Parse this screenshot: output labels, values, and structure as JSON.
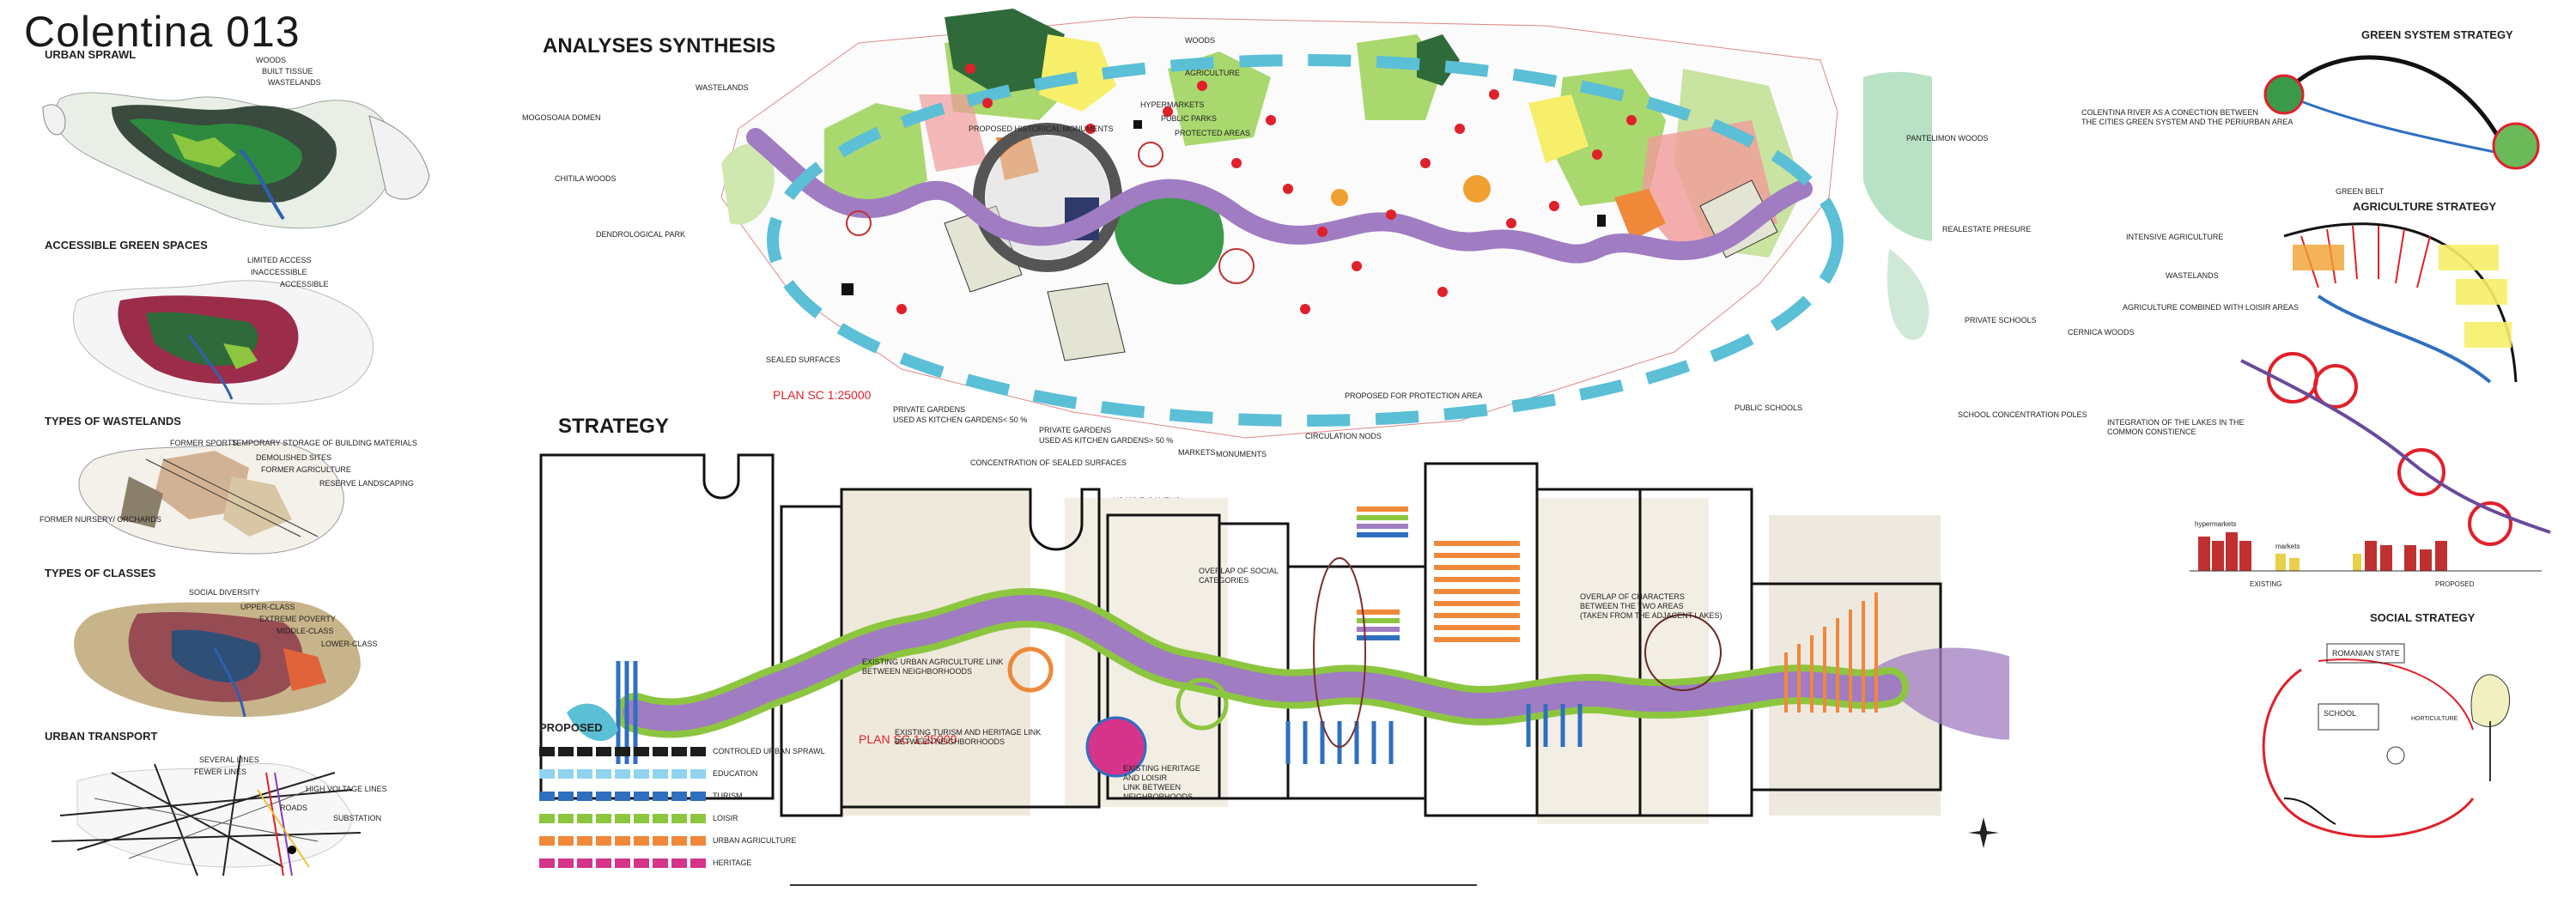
{
  "header": {
    "title": "Colentina  013"
  },
  "left_panel": {
    "urban_sprawl": {
      "title": "URBAN SPRAWL",
      "labels": [
        "WOODS",
        "BUILT TISSUE",
        "WASTELANDS"
      ]
    },
    "green_spaces": {
      "title": "ACCESSIBLE GREEN SPACES",
      "labels": [
        "LIMITED ACCESS",
        "INACCESSIBLE",
        "ACCESSIBLE"
      ]
    },
    "wastelands": {
      "title": "TYPES OF WASTELANDS",
      "labels": [
        "FORMER SPORTS",
        "TEMPORARY STORAGE OF BUILDING MATERIALS",
        "DEMOLISHED SITES",
        "FORMER AGRICULTURE",
        "RESERVE LANDSCAPING",
        "FORMER NURSERY/ ORCHARDS"
      ]
    },
    "classes": {
      "title": "TYPES OF CLASSES",
      "labels": [
        "SOCIAL DIVERSITY",
        "UPPER-CLASS",
        "EXTREME POVERTY",
        "MIDDLE-CLASS",
        "LOWER-CLASS"
      ]
    },
    "transport": {
      "title": "URBAN TRANSPORT",
      "labels": [
        "SEVERAL LINES",
        "FEWER LINES",
        "HIGH VOLTAGE LINES",
        "ROADS",
        "SUBSTATION"
      ]
    }
  },
  "analyses": {
    "title": "ANALYSES SYNTHESIS",
    "plan_scale": "PLAN SC 1:25000",
    "labels": {
      "woods": "WOODS",
      "agriculture": "AGRICULTURE",
      "hypermarkets": "HYPERMARKETS",
      "public_parks": "PUBLIC PARKS",
      "protected_areas": "PROTECTED AREAS",
      "proposed_monuments": "PROPOSED HISTORICAL MONUMENTS",
      "wastelands": "WASTELANDS",
      "mogosoaia": "MOGOSOAIA DOMEN",
      "chitila": "CHITILA WOODS",
      "dendrological": "DENDROLOGICAL PARK",
      "sealed": "SEALED SURFACES",
      "private_gardens_1": "PRIVATE GARDENS",
      "private_gardens_1b": "USED AS KITCHEN GARDENS< 50 %",
      "private_gardens_2": "PRIVATE GARDENS",
      "private_gardens_2b": "USED AS KITCHEN GARDENS> 50 %",
      "concentration_sealed": "CONCENTRATION OF SEALED SURFACES",
      "usamvb": "USAMVB CAMPUS",
      "markets": "MARKETS",
      "monuments": "MONUMENTS",
      "circulation_nods": "CIRCULATION NODS",
      "proposed_protection": "PROPOSED FOR PROTECTION AREA",
      "pantelimon": "PANTELIMON WOODS",
      "realestate": "REALESTATE PRESURE",
      "private_schools": "PRIVATE SCHOOLS",
      "public_schools": "PUBLIC SCHOOLS",
      "school_poles": "SCHOOL CONCENTRATION POLES",
      "cernica": "CERNICA WOODS",
      "colentina_river_1": "COLENTINA RIVER AS A CONECTION BETWEEN",
      "colentina_river_2": "THE CITIES GREEN SYSTEM AND THE PERIURBAN AREA",
      "intensive_agri": "INTENSIVE AGRICULTURE",
      "wastelands_right": "WASTELANDS",
      "agri_loisir": "AGRICULTURE COMBINED WITH LOISIR AREAS",
      "lakes_1": "INTEGRATION OF THE LAKES IN THE",
      "lakes_2": "COMMON CONSTIENCE",
      "green_belt": "GREEN BELT"
    }
  },
  "strategy": {
    "title": "STRATEGY",
    "plan_scale": "PLAN SC 1:25000",
    "labels": {
      "urban_agri_link_1": "EXISTING URBAN AGRICULTURE LINK",
      "urban_agri_link_2": "BETWEEN NEIGHBORHOODS",
      "turism_link_1": "EXISTING TURISM AND HERITAGE LINK",
      "turism_link_2": "BETWEEN NEIGHBORHOODS",
      "heritage_link_1": "EXISTING HERITAGE",
      "heritage_link_2": "AND LOISIR",
      "heritage_link_3": "LINK BETWEEN",
      "heritage_link_4": "NEIGHBORHOODS",
      "overlap_social_1": "OVERLAP OF SOCIAL",
      "overlap_social_2": "CATEGORIES",
      "overlap_char_1": "OVERLAP OF CHARACTERS",
      "overlap_char_2": "BETWEEN THE TWO AREAS",
      "overlap_char_3": "(TAKEN FROM THE ADJACENT LAKES)"
    },
    "legend": {
      "title": "PROPOSED",
      "items": [
        {
          "label": "CONTROLED URBAN SPRAWL",
          "color": "#1d1d1b"
        },
        {
          "label": "EDUCATION",
          "color": "#8fd3ef"
        },
        {
          "label": "TURISM",
          "color": "#2f6fc0"
        },
        {
          "label": "LOISIR",
          "color": "#8cc63f"
        },
        {
          "label": "URBAN AGRICULTURE",
          "color": "#f0883a"
        },
        {
          "label": "HERITAGE",
          "color": "#d6338a"
        }
      ]
    }
  },
  "right_panel": {
    "green_system": "GREEN SYSTEM STRATEGY",
    "agriculture": "AGRICULTURE STRATEGY",
    "social": "SOCIAL STRATEGY",
    "chart_labels": {
      "hypermarkets": "hypermarkets",
      "markets": "markets",
      "existing": "EXISTING",
      "proposed": "PROPOSED"
    },
    "sketch_labels": {
      "romanian_state": "ROMANIAN STATE",
      "school": "SCHOOL",
      "hortiscul": "HORTICULTURE"
    }
  },
  "colors": {
    "green_light": "#a9d86e",
    "green_dark": "#2f6b3a",
    "purple": "#a07cc2",
    "blue_dash": "#5bbfd6",
    "red": "#e0202a",
    "orange": "#f0883a",
    "yellow": "#f7ef6a",
    "pink": "#f19a9a"
  }
}
